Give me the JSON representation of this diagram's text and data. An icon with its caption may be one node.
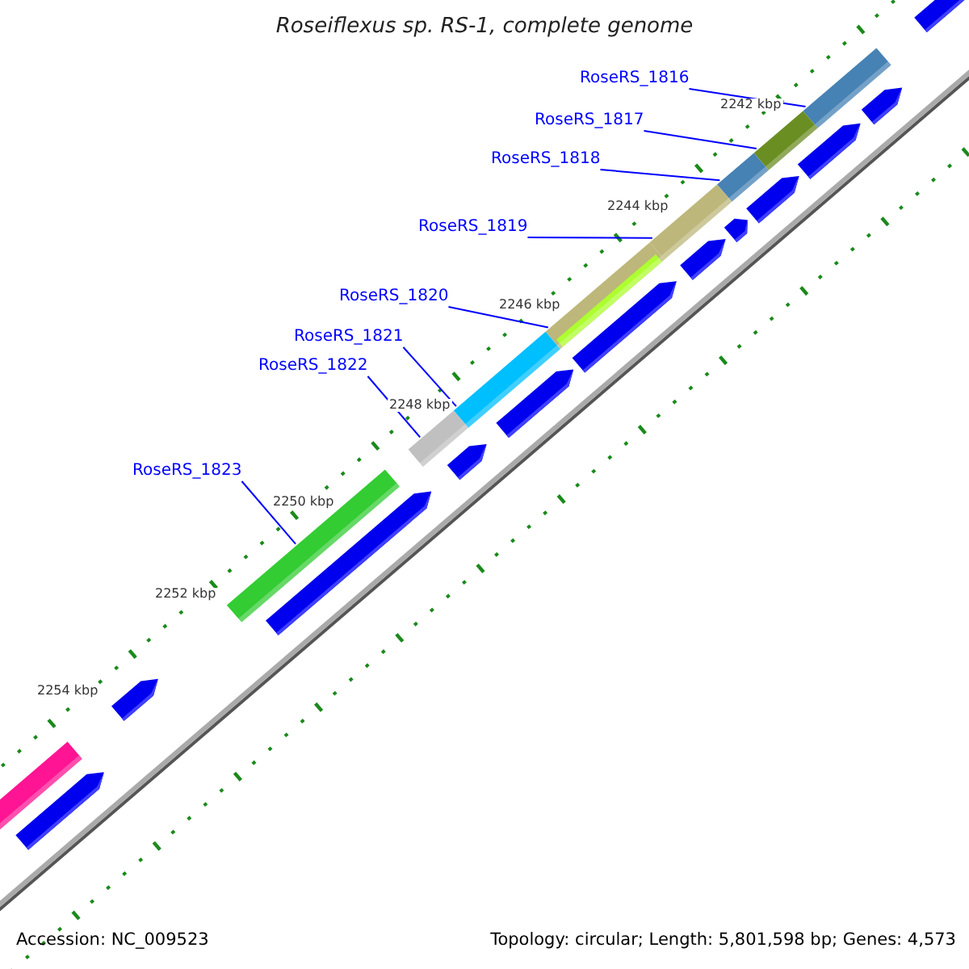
{
  "diagram": {
    "title": "Roseiflexus sp. RS-1, complete genome",
    "nodes": [
      {
        "text": [
          "RoseRS_1816"
        ]
      },
      {
        "text": [
          "RoseRS_1817"
        ]
      },
      {
        "text": [
          "RoseRS_1818"
        ]
      },
      {
        "text": [
          "RoseRS_1819"
        ]
      },
      {
        "text": [
          "RoseRS_1820"
        ]
      },
      {
        "text": [
          "RoseRS_1821"
        ]
      },
      {
        "text": [
          "RoseRS_1822"
        ]
      },
      {
        "text": [
          "RoseRS_1823"
        ]
      },
      {
        "text": [],
        "shape": "bar"
      },
      {
        "text": [],
        "shape": "bar"
      },
      {
        "text": [],
        "shape": "bar"
      },
      {
        "text": [],
        "shape": "bar"
      },
      {
        "text": [],
        "shape": "bar"
      },
      {
        "text": [],
        "shape": "bar"
      },
      {
        "text": [],
        "shape": "bar"
      },
      {
        "text": [],
        "shape": "bar"
      }
    ],
    "edges": [
      {
        "from": 0,
        "to": 8,
        "arrow": "none"
      },
      {
        "from": 1,
        "to": 9,
        "arrow": "none"
      },
      {
        "from": 2,
        "to": 10,
        "arrow": "none"
      },
      {
        "from": 3,
        "to": 11,
        "arrow": "none"
      },
      {
        "from": 4,
        "to": 12,
        "arrow": "none"
      },
      {
        "from": 5,
        "to": 13,
        "arrow": "none"
      },
      {
        "from": 6,
        "to": 14,
        "arrow": "none"
      },
      {
        "from": 7,
        "to": 15,
        "arrow": "none"
      }
    ],
    "labels": [
      "2242 kbp",
      "2244 kbp",
      "2246 kbp",
      "2248 kbp",
      "2250 kbp",
      "2252 kbp",
      "2254 kbp",
      "Accession: NC_009523",
      "Topology: circular; Length: 5,801,598 bp; Genes: 4,573"
    ]
  }
}
